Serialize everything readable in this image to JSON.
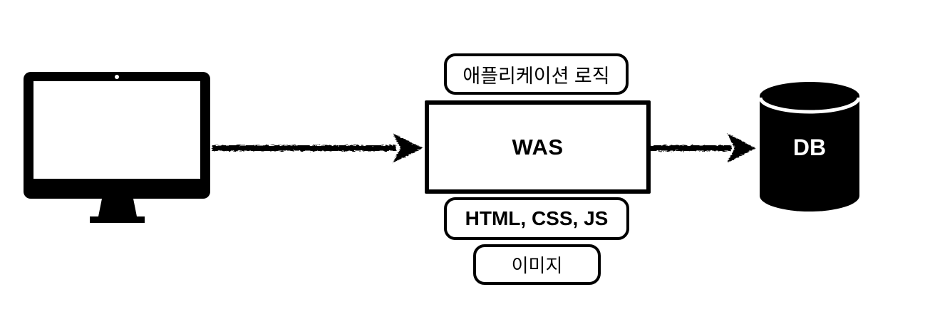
{
  "colors": {
    "ink": "#000000",
    "paper": "#ffffff"
  },
  "diagram": {
    "client": {
      "icon": "desktop-monitor-icon"
    },
    "request_arrow": {
      "icon": "sketchy-arrow-right-icon"
    },
    "was": {
      "label": "WAS"
    },
    "app_logic_badge": {
      "label": "애플리케이션 로직"
    },
    "static_files_badge": {
      "label": "HTML, CSS, JS"
    },
    "image_badge": {
      "label": "이미지"
    },
    "db_arrow": {
      "icon": "sketchy-arrow-right-icon"
    },
    "db": {
      "label": "DB",
      "icon": "database-cylinder-icon"
    }
  }
}
